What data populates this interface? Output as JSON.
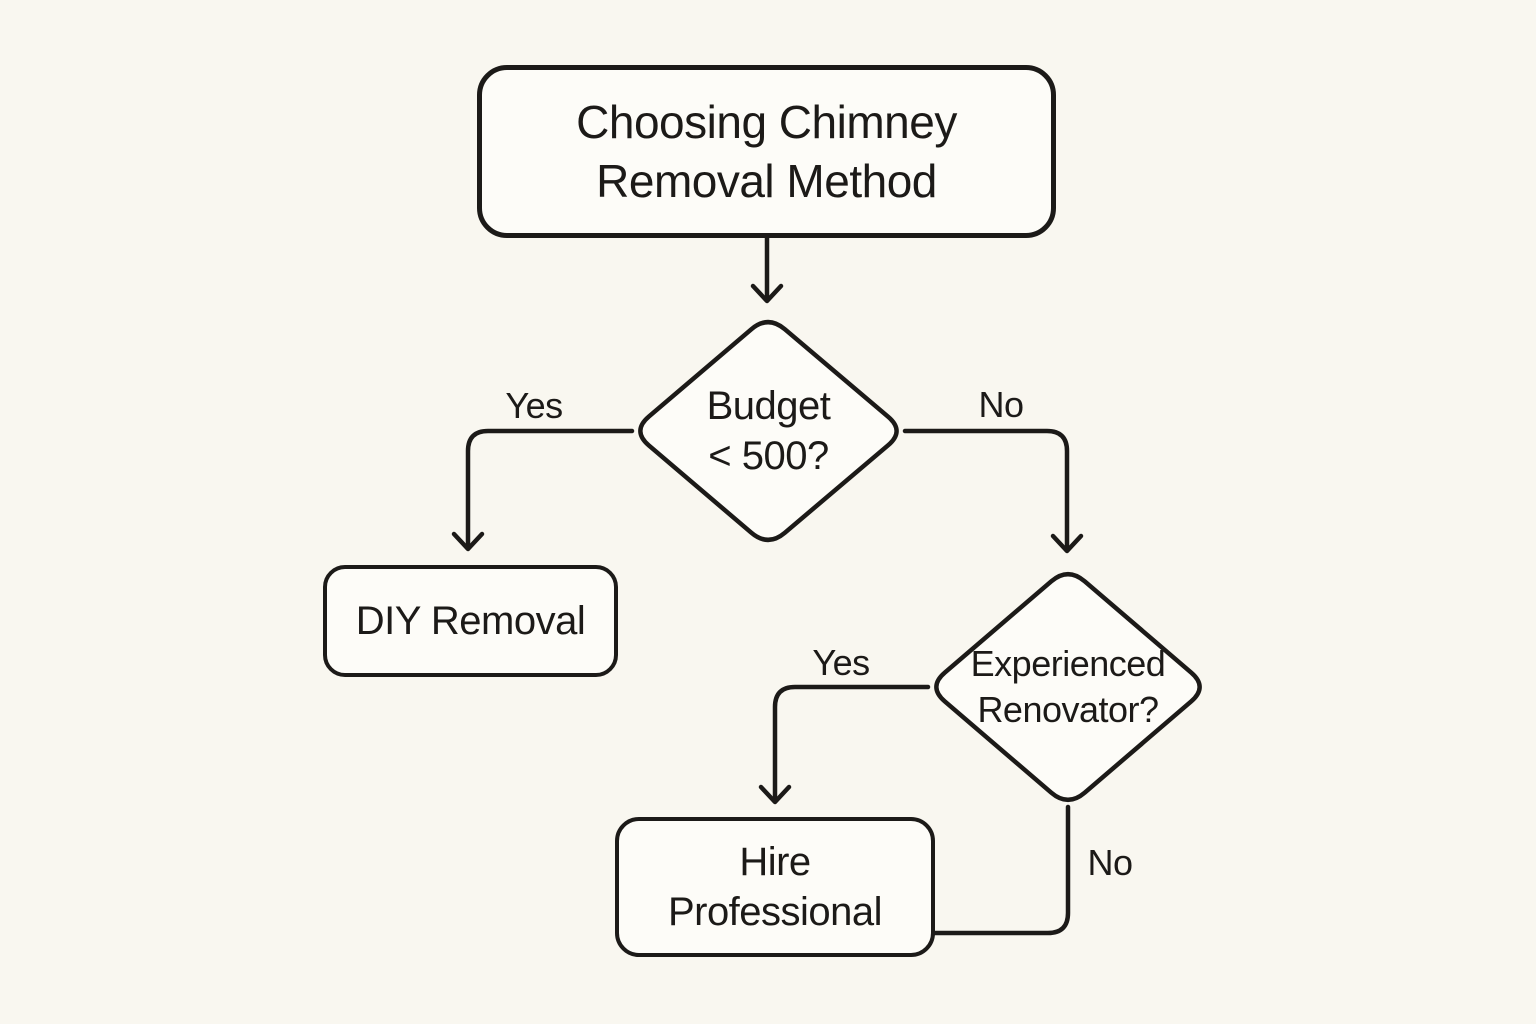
{
  "flowchart": {
    "title": "Choosing Chimney Removal Method",
    "colors": {
      "background": "#f9f7f0",
      "node_fill": "#fdfcf8",
      "stroke": "#1c1a18",
      "text": "#1c1a18"
    },
    "nodes": {
      "start": {
        "type": "terminator",
        "line1": "Choosing Chimney",
        "line2": "Removal Method"
      },
      "budget": {
        "type": "decision",
        "line1": "Budget",
        "line2": "< 500?"
      },
      "diy": {
        "type": "process",
        "label": "DIY Removal"
      },
      "renovator": {
        "type": "decision",
        "line1": "Experienced",
        "line2": "Renovator?"
      },
      "hire": {
        "type": "process",
        "line1": "Hire",
        "line2": "Professional"
      }
    },
    "edges": [
      {
        "from": "start",
        "to": "budget",
        "label": ""
      },
      {
        "from": "budget",
        "to": "diy",
        "label": "Yes"
      },
      {
        "from": "budget",
        "to": "renovator",
        "label": "No"
      },
      {
        "from": "renovator",
        "to": "hire",
        "label": "Yes"
      },
      {
        "from": "renovator",
        "to": "hire",
        "label": "No"
      }
    ]
  }
}
